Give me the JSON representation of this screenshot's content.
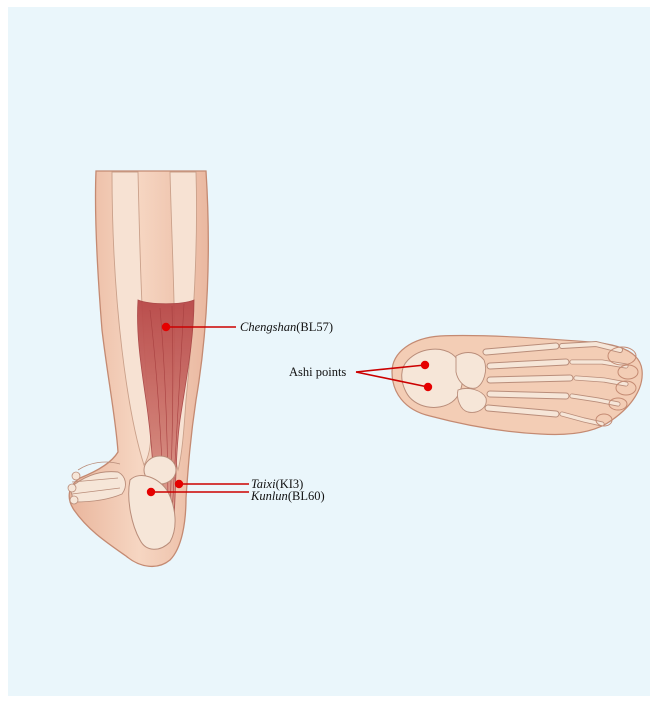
{
  "figure": {
    "points": [
      {
        "name": "Chengshan",
        "code": "(BL57)"
      },
      {
        "name": "Taixi",
        "code": "(KI3)"
      },
      {
        "name": "Kunlun",
        "code": "(BL60)"
      }
    ],
    "ashi_label": "Ashi points"
  },
  "colors": {
    "background": "#eaf6fb",
    "skin": "#f3cdb5",
    "skin_outline": "#c48a72",
    "bone": "#f6e6d8",
    "muscle": "#c45a5a",
    "point": "#e50000",
    "leader_line": "#cc0000"
  }
}
